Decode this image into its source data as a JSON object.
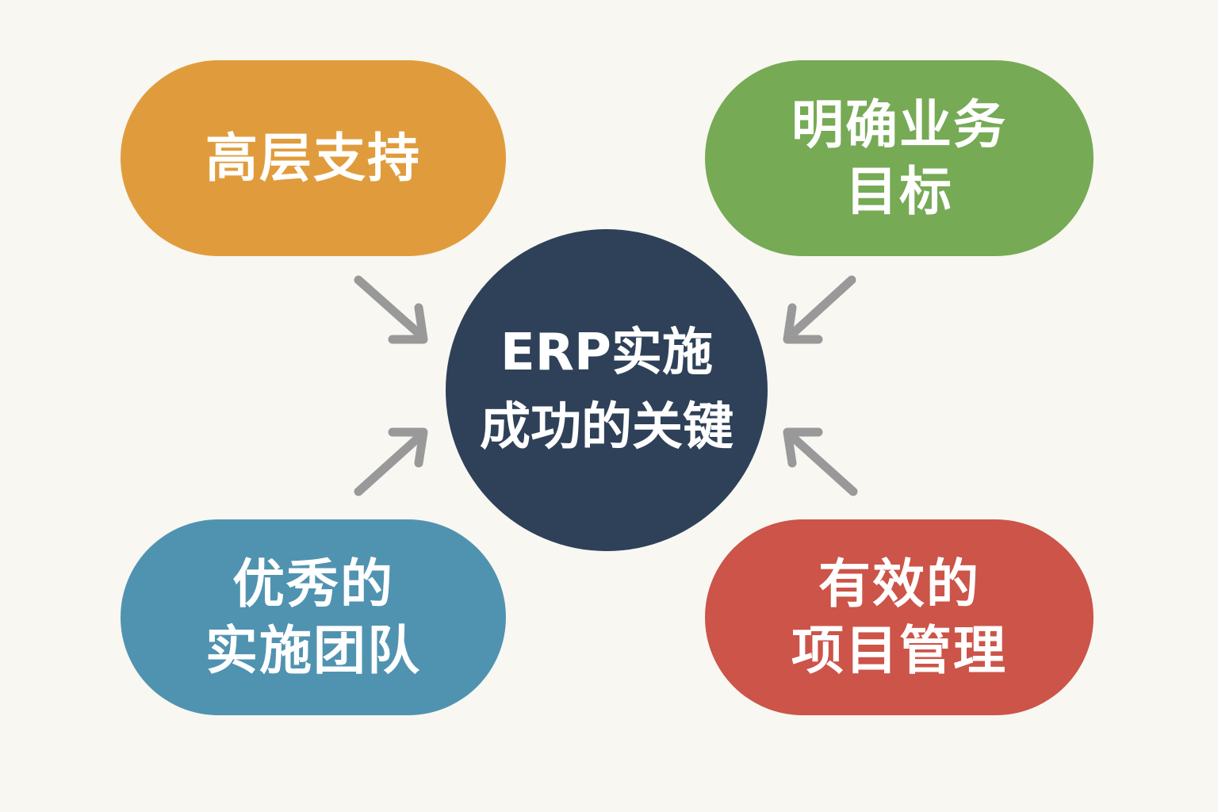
{
  "center": {
    "lines": [
      "ERP实施",
      "成功的关键"
    ],
    "color": "#2e4159"
  },
  "factors": [
    {
      "id": "tl",
      "lines": [
        "高层支持"
      ],
      "color": "#e09c3c"
    },
    {
      "id": "tr",
      "lines": [
        "明确业务",
        "目标"
      ],
      "color": "#76aa55"
    },
    {
      "id": "bl",
      "lines": [
        "优秀的",
        "实施团队"
      ],
      "color": "#5093b0"
    },
    {
      "id": "br",
      "lines": [
        "有效的",
        "项目管理"
      ],
      "color": "#cc5449"
    }
  ],
  "arrow_color": "#999999"
}
